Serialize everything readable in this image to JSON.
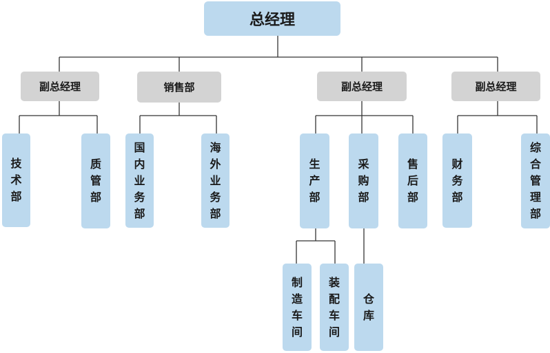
{
  "org": {
    "root": "总经理",
    "level1": [
      {
        "label": "副总经理"
      },
      {
        "label": "销售部"
      },
      {
        "label": "副总经理"
      },
      {
        "label": "副总经理"
      }
    ],
    "level2": [
      {
        "label": "技术部"
      },
      {
        "label": "质管部"
      },
      {
        "label": "国内业务部"
      },
      {
        "label": "海外业务部"
      },
      {
        "label": "生产部"
      },
      {
        "label": "采购部"
      },
      {
        "label": "售后部"
      },
      {
        "label": "财务部"
      },
      {
        "label": "综合管理部"
      }
    ],
    "level3": [
      {
        "label": "制造车间"
      },
      {
        "label": "装配车间"
      },
      {
        "label": "仓库"
      }
    ]
  },
  "colors": {
    "blue_box": "#bcd9ee",
    "gray_box": "#d3d3d3",
    "connector": "#333333",
    "text": "#1a1a1a"
  }
}
